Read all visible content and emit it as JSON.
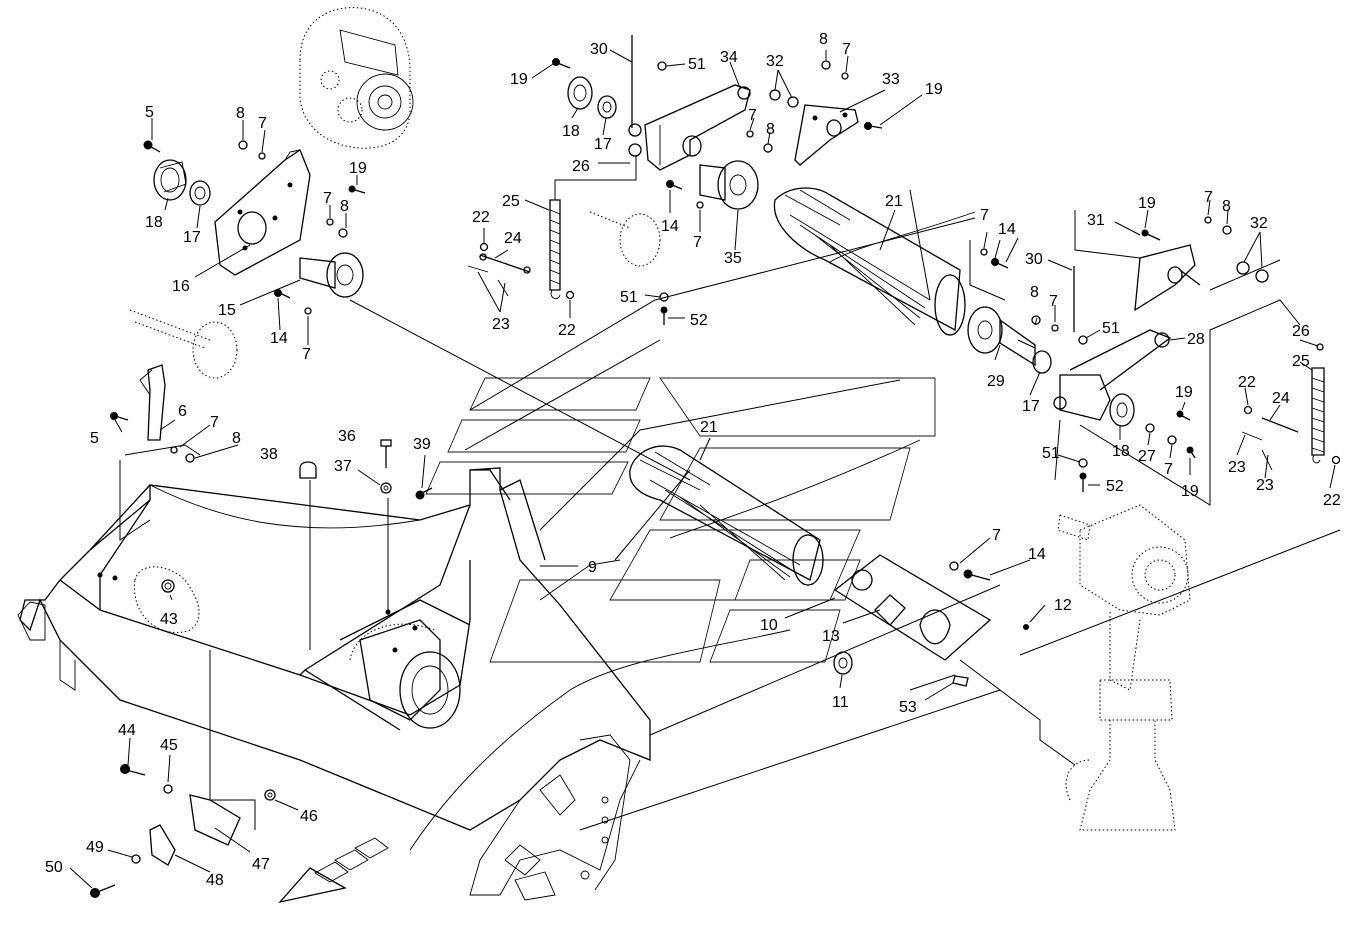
{
  "diagram": {
    "type": "exploded parts drawing",
    "callouts": [
      "5",
      "6",
      "7",
      "8",
      "9",
      "10",
      "11",
      "12",
      "13",
      "14",
      "15",
      "16",
      "17",
      "18",
      "19",
      "21",
      "22",
      "23",
      "24",
      "25",
      "26",
      "27",
      "28",
      "29",
      "30",
      "31",
      "32",
      "33",
      "34",
      "35",
      "36",
      "37",
      "38",
      "39",
      "43",
      "44",
      "45",
      "46",
      "47",
      "48",
      "49",
      "50",
      "51",
      "52",
      "53"
    ]
  }
}
